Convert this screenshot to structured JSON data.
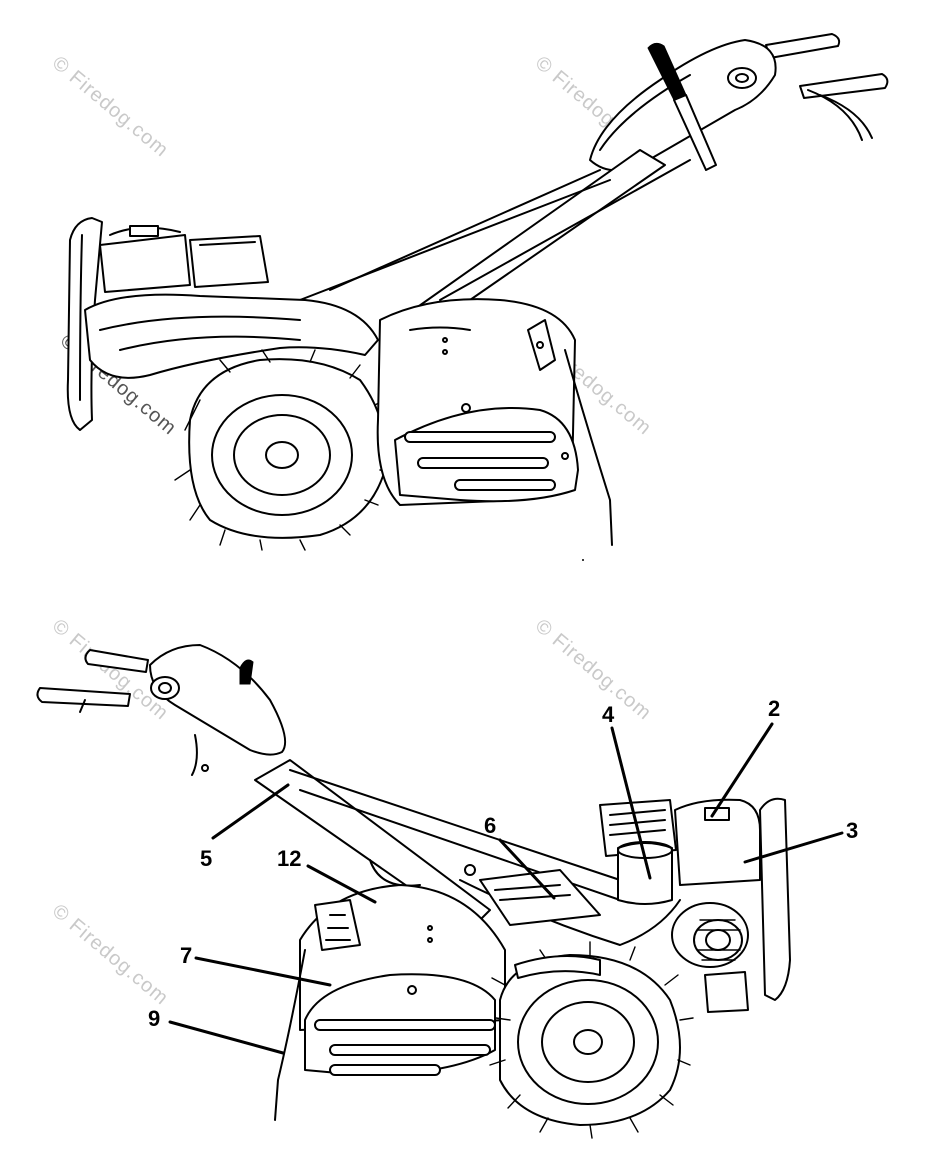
{
  "watermark": {
    "text": "© Firedog.com"
  },
  "callouts": [
    {
      "id": "2",
      "label": "2"
    },
    {
      "id": "3",
      "label": "3"
    },
    {
      "id": "4",
      "label": "4"
    },
    {
      "id": "5",
      "label": "5"
    },
    {
      "id": "6",
      "label": "6"
    },
    {
      "id": "7",
      "label": "7"
    },
    {
      "id": "9",
      "label": "9"
    },
    {
      "id": "12",
      "label": "12"
    }
  ]
}
